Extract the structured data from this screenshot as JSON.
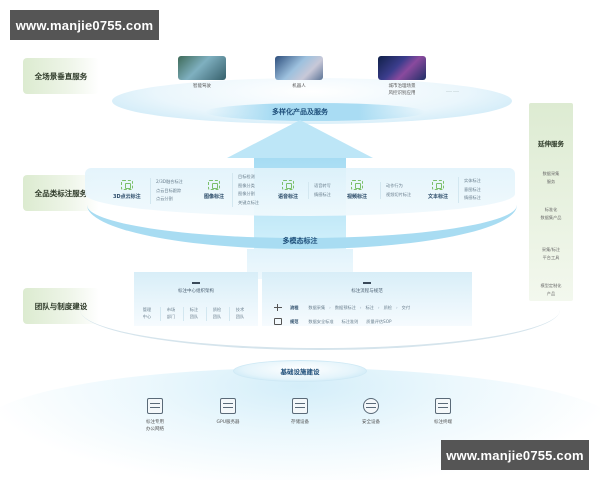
{
  "watermarks": {
    "top": "www.manjie0755.com",
    "bottom": "www.manjie0755.com"
  },
  "side_labels": [
    "全场景垂直服务",
    "全品类标注服务",
    "团队与制度建设"
  ],
  "top_layer": {
    "band_label": "多样化产品及服务",
    "items": [
      {
        "caption": "智能驾驶",
        "image": "autonomous-driving-photo"
      },
      {
        "caption": "机器人",
        "image": "robot-photo"
      },
      {
        "caption": "城市治理场景\n风控识别应用",
        "image": "city-night-photo"
      }
    ],
    "more": "……"
  },
  "middle_layer": {
    "band_label": "多模态标注",
    "categories": [
      {
        "name": "3D点云标注",
        "subs": [
          "2/3D融合标注",
          "点云目标跟踪",
          "点云分割"
        ]
      },
      {
        "name": "图像标注",
        "subs": [
          "目标检测",
          "图像分类",
          "图像分割",
          "关键点标注"
        ]
      },
      {
        "name": "语音标注",
        "subs": [
          "语音转写",
          "情感标注"
        ]
      },
      {
        "name": "视频标注",
        "subs": [
          "动作行为",
          "视频切片标注"
        ]
      },
      {
        "name": "文本标注",
        "subs": [
          "实体标注",
          "意图标注",
          "情感标注"
        ]
      }
    ]
  },
  "lower_layer": {
    "org": {
      "title": "标注中心组织架构",
      "items": [
        "管理\n中心",
        "市场\n部门",
        "标注\n团队",
        "质检\n团队",
        "技术\n团队"
      ]
    },
    "process": {
      "title": "标注流程与规范",
      "flow_key": "流程",
      "flow_steps": [
        "数据采集",
        "数据预标注",
        "标注",
        "质检",
        "交付"
      ],
      "norm_key": "规范",
      "norm_items": [
        "数据安全标准",
        "标注准则",
        "质量评估SOP"
      ]
    }
  },
  "base_layer": {
    "label": "基础设施建设",
    "items": [
      {
        "label": "标注专用\n办公网络",
        "icon": "office-network-icon"
      },
      {
        "label": "GPU服务器",
        "icon": "gpu-server-icon"
      },
      {
        "label": "存储设备",
        "icon": "storage-icon"
      },
      {
        "label": "安全设备",
        "icon": "security-icon"
      },
      {
        "label": "标注终端",
        "icon": "terminal-icon"
      }
    ]
  },
  "extension": {
    "title": "延伸服务",
    "items": [
      "数据采集\n服务",
      "标准化\n数据集产品",
      "采集/标注\n平台工具",
      "模型定制化\n产品"
    ]
  },
  "colors": {
    "accent_blue": "#a8dcf2",
    "label_green": "#dcebd0",
    "title_navy": "#1f4f7a",
    "watermark_gray": "#555555"
  }
}
